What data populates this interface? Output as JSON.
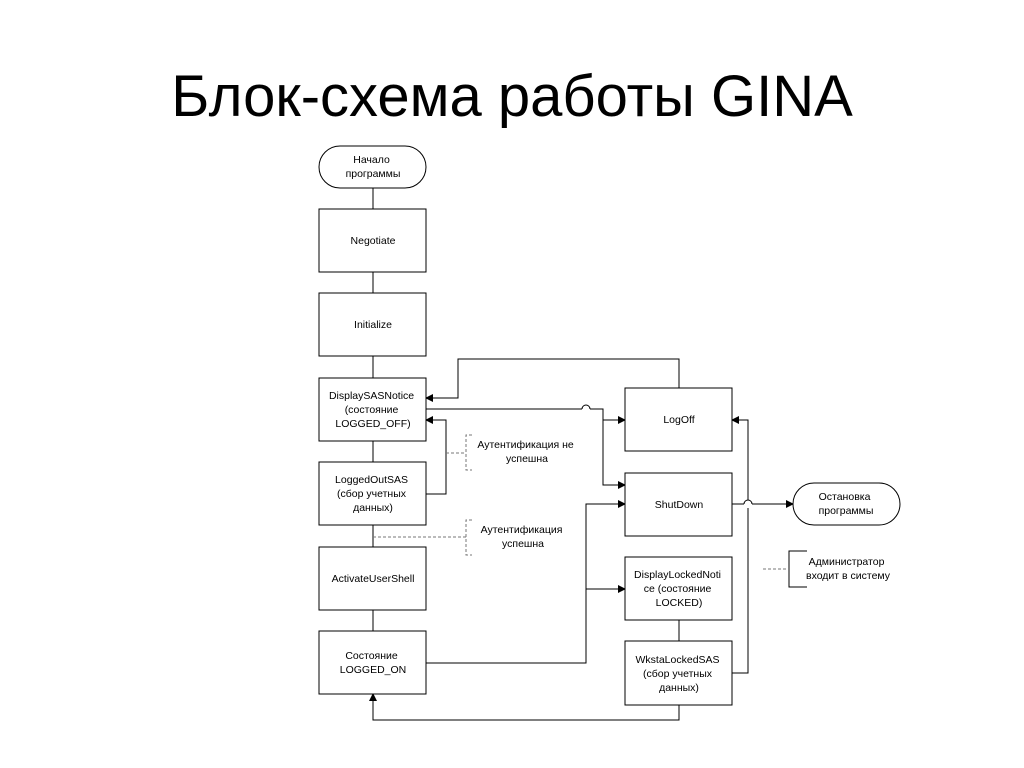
{
  "slide": {
    "title": "Блок-схема работы GINA"
  },
  "nodes": {
    "start": [
      "Начало",
      "программы"
    ],
    "negotiate": [
      "Negotiate"
    ],
    "initialize": [
      "Initialize"
    ],
    "display_sas_notice": [
      "DisplaySASNotice",
      "(состояние",
      "LOGGED_OFF)"
    ],
    "logged_out_sas": [
      "LoggedOutSAS",
      "(сбор учетных",
      "данных)"
    ],
    "activate_user_shell": [
      "ActivateUserShell"
    ],
    "logged_on_state": [
      "Состояние",
      "LOGGED_ON"
    ],
    "logoff": [
      "LogOff"
    ],
    "shutdown": [
      "ShutDown"
    ],
    "display_locked_notice": [
      "DisplayLockedNoti",
      "ce (состояние",
      "LOCKED)"
    ],
    "wksta_locked_sas": [
      "WkstaLockedSAS",
      "(сбор учетных",
      "данных)"
    ],
    "stop": [
      "Остановка",
      "программы"
    ]
  },
  "annotations": {
    "auth_failed": [
      "Аутентификация не",
      "успешна"
    ],
    "auth_success": [
      "Аутентификация",
      "успешна"
    ],
    "admin_login": [
      "Администратор",
      "входит в систему"
    ]
  }
}
